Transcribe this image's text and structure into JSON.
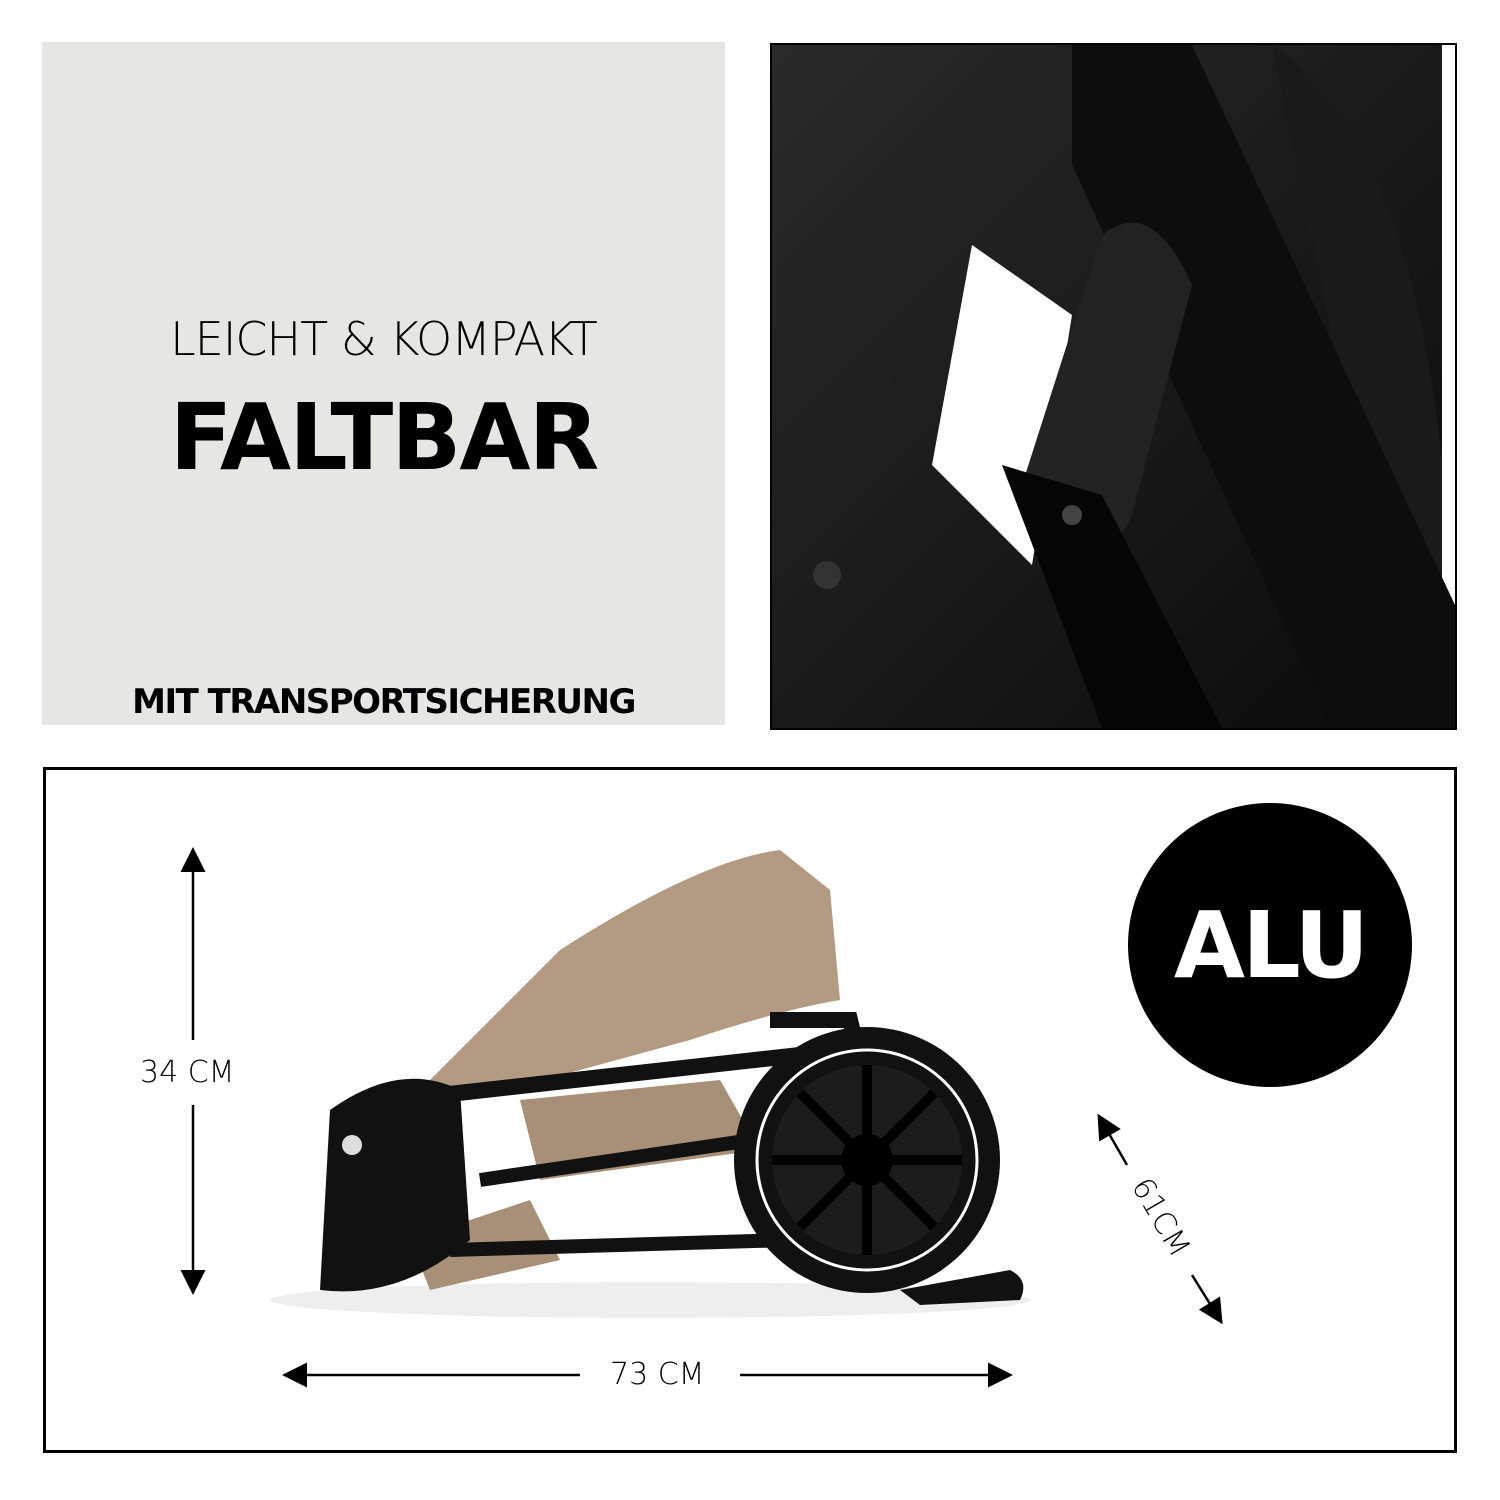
{
  "feature_panel": {
    "subtitle": "LEICHT & KOMPAKT",
    "title": "FALTBAR",
    "note": "MIT TRANSPORTSICHERUNG",
    "background_color": "#e6e6e4"
  },
  "detail_photo": {
    "subject": "folding-joint-closeup"
  },
  "dimensions": {
    "height": "34 CM",
    "length": "73 CM",
    "width": "61CM"
  },
  "material_badge": {
    "label": "ALU",
    "color": "#000000"
  },
  "stroller": {
    "fabric_color": "#b39a82",
    "frame_color": "#111111"
  }
}
